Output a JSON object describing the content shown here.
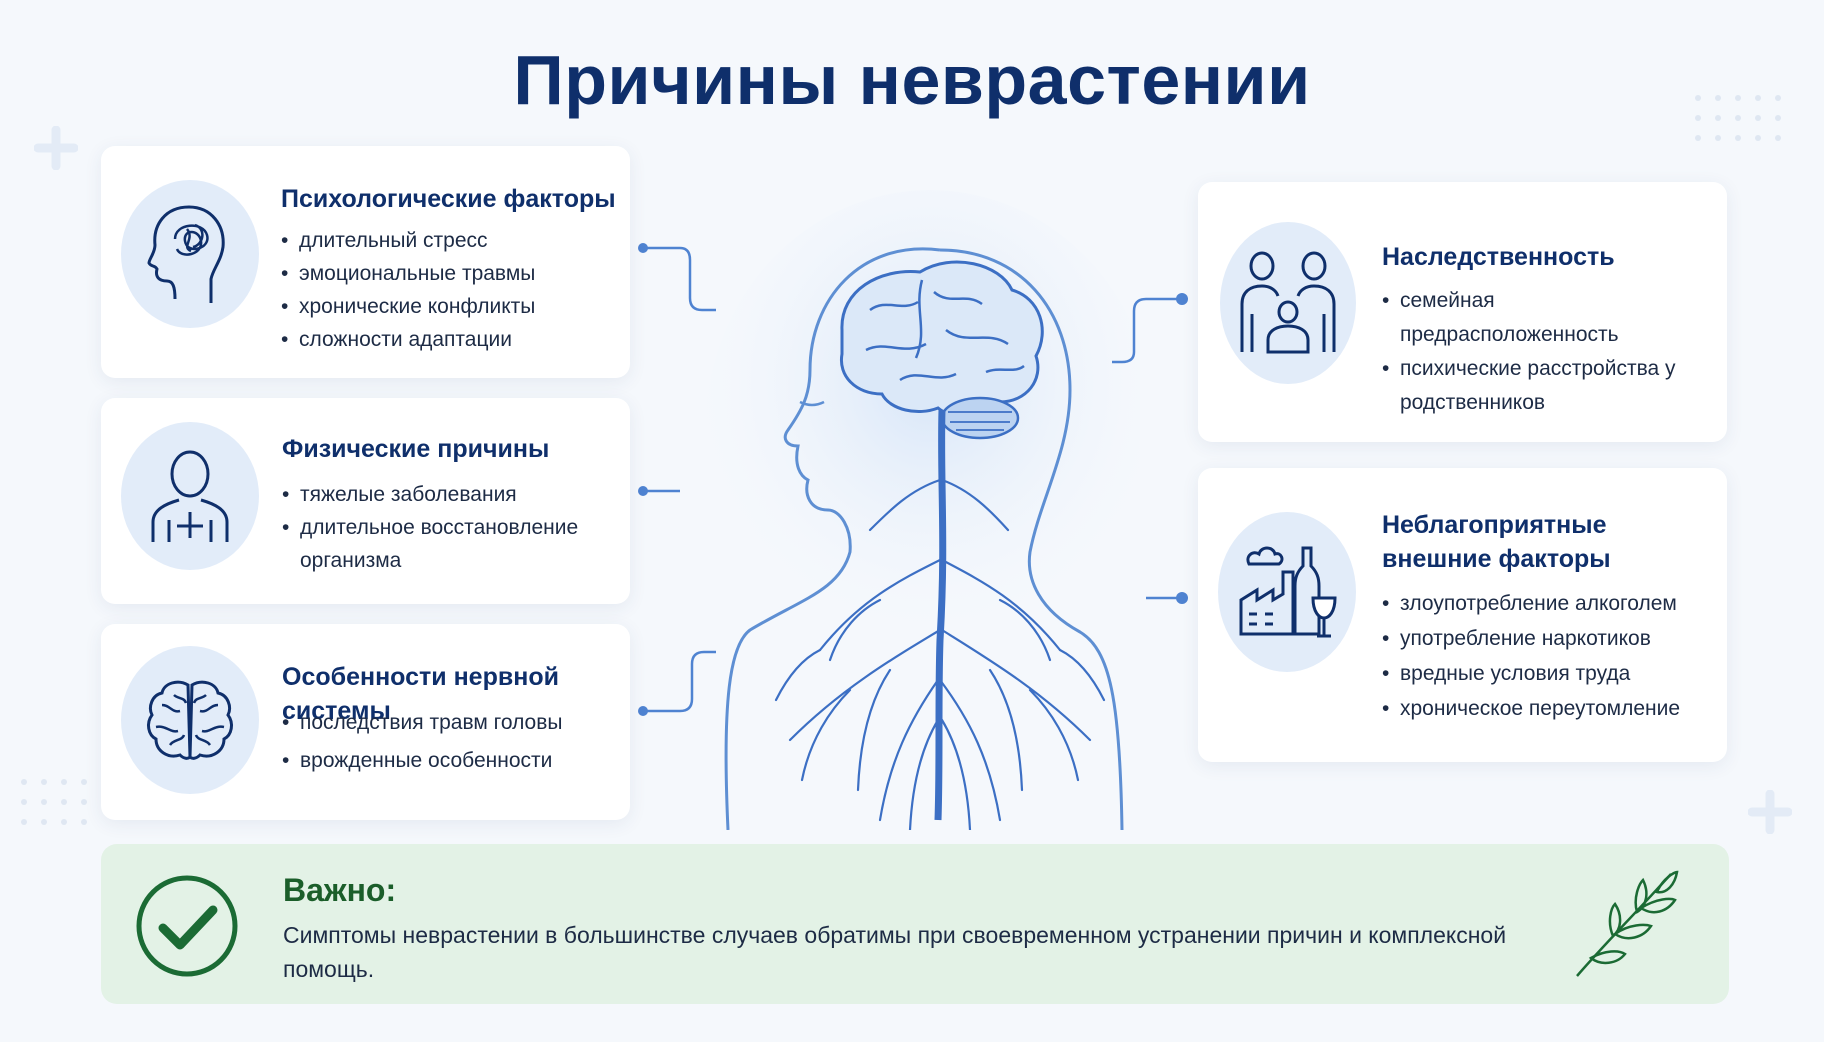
{
  "title": "Причины неврастении",
  "colors": {
    "title": "#0f2f6b",
    "accent_blue": "#3c6fc4",
    "icon_bg": "#e2ecf9",
    "banner_bg": "#e3f2e6",
    "banner_green": "#1b6b34"
  },
  "cards": {
    "psychological": {
      "icon": "head-tangle-icon",
      "title": "Психологические факторы",
      "items": [
        "длительный стресс",
        "эмоциональные травмы",
        "хронические конфликты",
        "сложности адаптации"
      ]
    },
    "physical": {
      "icon": "patient-cross-icon",
      "title": "Физические причины",
      "items": [
        "тяжелые заболевания",
        "длительное восстановление организма"
      ]
    },
    "nervous": {
      "icon": "brain-icon",
      "title": "Особенности нервной системы",
      "items": [
        "последствия травм головы",
        "врожденные особенности"
      ]
    },
    "heredity": {
      "icon": "family-icon",
      "title": "Наследственность",
      "items": [
        "семейная предрасположенность",
        "психические расстройства у родственников"
      ]
    },
    "external": {
      "icon": "factory-bottle-icon",
      "title_line1": "Неблагоприятные",
      "title_line2": "внешние факторы",
      "items": [
        "злоупотребление алкоголем",
        "употребление наркотиков",
        "вредные условия труда",
        "хроническое переутомление"
      ]
    }
  },
  "center_figure": {
    "icon": "human-nervous-system-illustration"
  },
  "banner": {
    "icon": "checkmark-circle-icon",
    "decor_icon": "leaf-branch-icon",
    "title": "Важно:",
    "text": "Симптомы неврастении в большинстве случаев обратимы при своевременном  устранении причин и комплексной помощь."
  }
}
